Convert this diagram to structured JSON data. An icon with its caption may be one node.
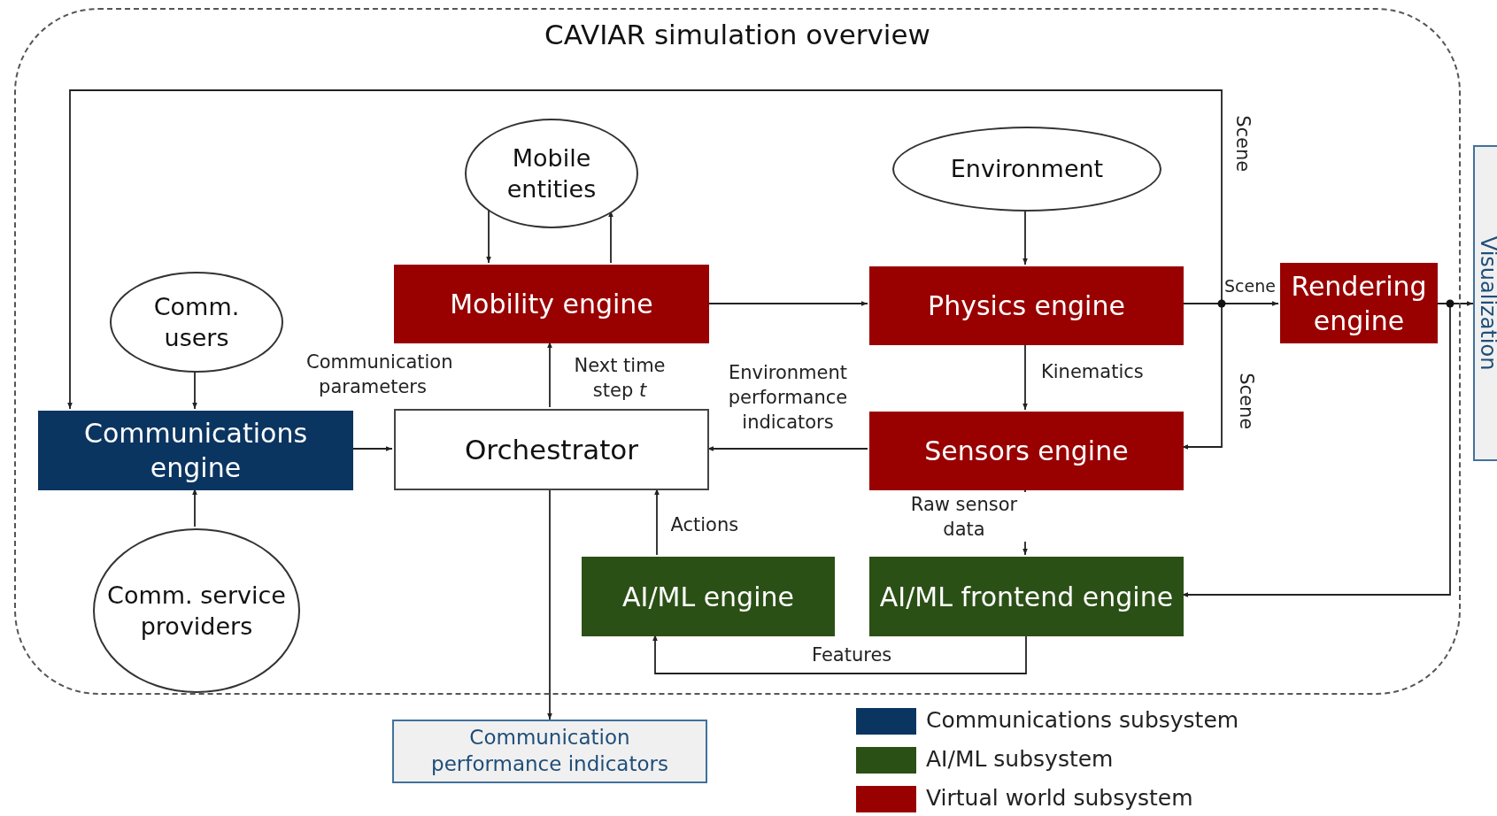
{
  "diagram": {
    "nodes": [
      {
        "text": [
          "CAVIAR simulation overview"
        ]
      },
      {
        "text": [
          "Mobile entities"
        ],
        "in": 0
      },
      {
        "text": [
          "Environment"
        ],
        "in": 0
      },
      {
        "text": [
          "Comm. users"
        ],
        "in": 0
      },
      {
        "text": [
          "Mobility engine"
        ],
        "in": 0
      },
      {
        "text": [
          "Physics engine"
        ],
        "in": 0
      },
      {
        "text": [
          "Rendering engine"
        ],
        "in": 0
      },
      {
        "text": [
          "Communications engine"
        ],
        "in": 0
      },
      {
        "text": [
          "Orchestrator"
        ],
        "in": 0
      },
      {
        "text": [
          "Sensors engine"
        ],
        "in": 0
      },
      {
        "text": [
          "Comm. service providers"
        ],
        "in": 0
      },
      {
        "text": [
          "AI/ML engine"
        ],
        "in": 0
      },
      {
        "text": [
          "AI/ML frontend engine"
        ],
        "in": 0
      },
      {
        "text": [
          "Visualization"
        ]
      },
      {
        "text": [
          "Communication performance indicators"
        ]
      }
    ],
    "edges": [
      {
        "from": 1,
        "to": 4,
        "arrow": "to"
      },
      {
        "from": 4,
        "to": 1,
        "arrow": "to"
      },
      {
        "from": 4,
        "to": 5,
        "arrow": "to"
      },
      {
        "from": 2,
        "to": 5,
        "arrow": "to"
      },
      {
        "from": 5,
        "to": 6,
        "arrow": "to",
        "label": "Scene"
      },
      {
        "from": 5,
        "to": 9,
        "arrow": "to",
        "label": "Scene"
      },
      {
        "from": 5,
        "to": 7,
        "arrow": "to",
        "label": "Scene"
      },
      {
        "from": 5,
        "to": 9,
        "arrow": "to",
        "label": "Kinematics"
      },
      {
        "from": 3,
        "to": 7,
        "arrow": "to"
      },
      {
        "from": 10,
        "to": 7,
        "arrow": "to"
      },
      {
        "from": 7,
        "to": 8,
        "arrow": "to",
        "label": "Communication parameters"
      },
      {
        "from": 8,
        "to": 4,
        "arrow": "to",
        "label": "Next time step *t*"
      },
      {
        "from": 9,
        "to": 8,
        "arrow": "to",
        "label": "Environment performance indicators"
      },
      {
        "from": 11,
        "to": 8,
        "arrow": "to",
        "label": "Actions"
      },
      {
        "from": 9,
        "to": 12,
        "arrow": "to",
        "label": "Raw sensor data"
      },
      {
        "from": 12,
        "to": 11,
        "arrow": "to",
        "label": "Features"
      },
      {
        "from": 6,
        "to": 13,
        "arrow": "to"
      },
      {
        "from": 6,
        "to": 12,
        "arrow": "to"
      },
      {
        "from": 8,
        "to": 14,
        "arrow": "to"
      }
    ],
    "legend": [
      {
        "text": "Communications subsystem",
        "color": "#0b3561"
      },
      {
        "text": "AI/ML subsystem",
        "color": "#2b5016"
      },
      {
        "text": "Virtual world subsystem",
        "color": "#990000"
      }
    ]
  }
}
